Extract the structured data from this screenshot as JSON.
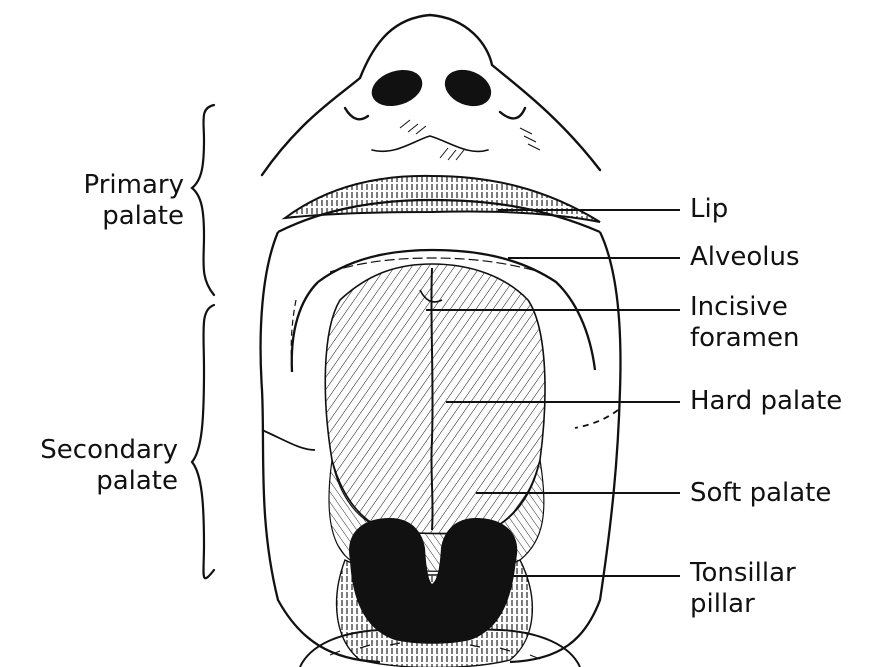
{
  "left_labels": {
    "primary": [
      "Primary",
      "palate"
    ],
    "secondary": [
      "Secondary",
      "palate"
    ]
  },
  "right_labels": {
    "lip": "Lip",
    "alveolus": "Alveolus",
    "incisive": [
      "Incisive",
      "foramen"
    ],
    "hard": "Hard palate",
    "soft": "Soft palate",
    "tonsillar": [
      "Tonsillar",
      "pillar"
    ]
  },
  "colors": {
    "ink": "#111111",
    "paper": "#ffffff"
  }
}
